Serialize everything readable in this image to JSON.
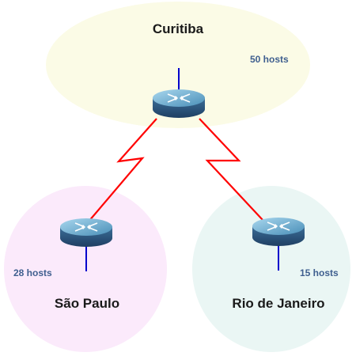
{
  "sites": {
    "curitiba": {
      "name": "Curitiba",
      "hosts": "50 hosts"
    },
    "sao_paulo": {
      "name": "São Paulo",
      "hosts": "28 hosts"
    },
    "rio": {
      "name": "Rio de Janeiro",
      "hosts": "15 hosts"
    }
  },
  "colors": {
    "curitiba_zone": "#fbfbe6",
    "sao_paulo_zone": "#fbeafb",
    "rio_zone": "#eaf6f4",
    "wan_link": "#ff0000",
    "lan_link": "#0000cc",
    "host_label": "#3f5f8f",
    "router_icon": "router-icon"
  }
}
